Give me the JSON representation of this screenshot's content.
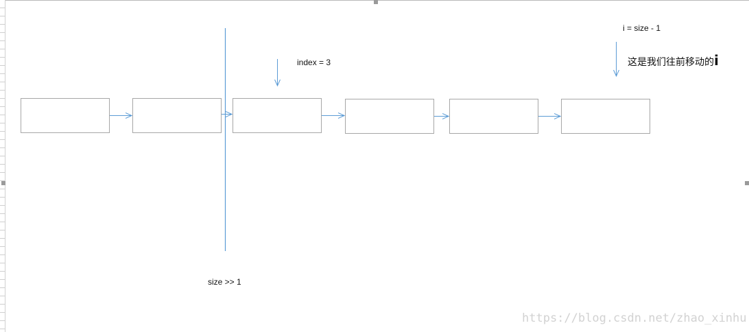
{
  "diagram": {
    "node_count": 6,
    "labels": {
      "index": "index = 3",
      "size_shift": "size >> 1",
      "i_expr": "i = size - 1",
      "moving_note_prefix": "这是我们往前移动的",
      "moving_note_var": "i"
    },
    "watermark": "https://blog.csdn.net/zhao_xinhu",
    "colors": {
      "box_stroke": "#a6a6a6",
      "arrow": "#5b9bd5",
      "divider": "#5b9bd5",
      "text": "#111111",
      "watermark": "#d2d2d2"
    }
  }
}
